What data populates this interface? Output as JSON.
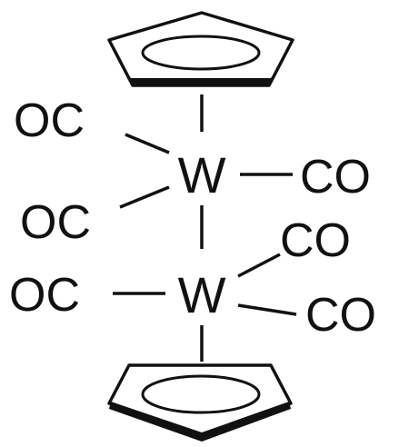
{
  "molecule": {
    "metal_upper": "W",
    "metal_lower": "W",
    "upper_ligands": {
      "left_top": "OC",
      "left_bottom": "OC",
      "right": "CO"
    },
    "lower_ligands": {
      "left": "OC",
      "right_top": "CO",
      "right_bottom": "CO"
    },
    "rings": [
      "cyclopentadienyl-top",
      "cyclopentadienyl-bottom"
    ],
    "colors": {
      "ink": "#111111",
      "background": "#ffffff"
    }
  }
}
